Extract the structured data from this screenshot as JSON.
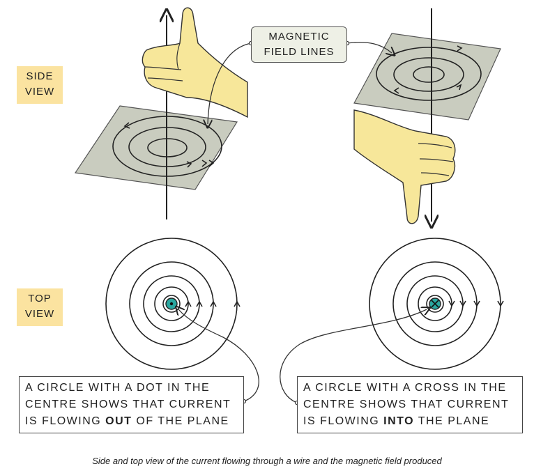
{
  "labels": {
    "side_view": "SIDE\nVIEW",
    "top_view": "TOP\nVIEW",
    "magnetic_field_lines": "MAGNETIC\nFIELD LINES"
  },
  "notes": {
    "dot": {
      "line1": "A CIRCLE WITH A DOT  IN THE",
      "line2": "CENTRE SHOWS THAT CURRENT",
      "line3_pre": "IS FLOWING ",
      "line3_bold": "OUT",
      "line3_post": " OF THE PLANE"
    },
    "cross": {
      "line1": "A CIRCLE  WITH A CROSS IN THE",
      "line2": "CENTRE SHOWS THAT CURRENT",
      "line3_pre": "IS FLOWING ",
      "line3_bold": "INTO",
      "line3_post": " THE PLANE"
    }
  },
  "caption": "Side and top view of the current flowing through a wire and the magnetic field produced",
  "colors": {
    "label_fill": "#fbe3a0",
    "callout_fill": "#eef0e6",
    "plane_fill": "#c9ccbf",
    "hand_fill": "#f7e79a",
    "line": "#222222",
    "wire_dot": "#2aa7a0"
  }
}
